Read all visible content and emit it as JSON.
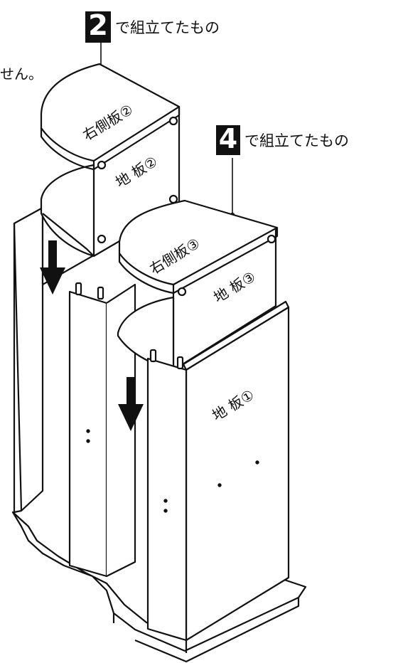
{
  "top_note": "せん。",
  "steps": [
    {
      "number": "2",
      "caption": "で組立てたもの"
    },
    {
      "number": "4",
      "caption": "で組立てたもの"
    }
  ],
  "labels": {
    "right_side_board_2": "右側板②",
    "base_board_2": "地 板②",
    "right_side_board_3": "右側板③",
    "base_board_3": "地 板③",
    "base_board_1": "地 板①"
  },
  "icons": [
    "down-arrow-icon",
    "down-arrow-icon"
  ]
}
